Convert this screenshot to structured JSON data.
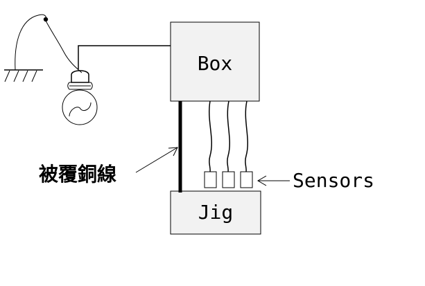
{
  "diagram": {
    "box_label": "Box",
    "jig_label": "Jig",
    "sensors_label": "Sensors",
    "wire_label": "被覆銅線"
  }
}
